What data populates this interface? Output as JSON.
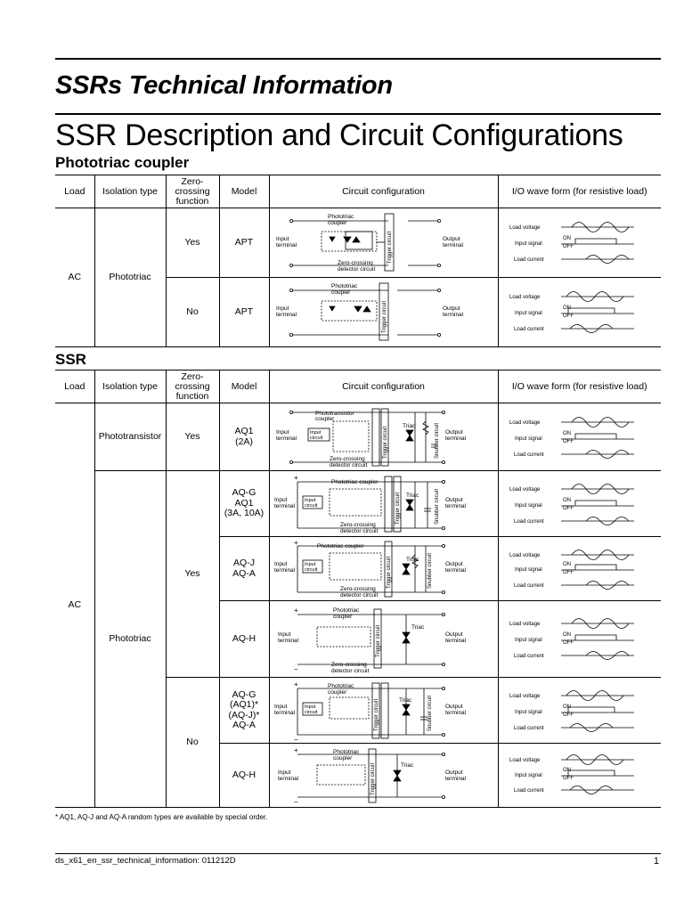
{
  "header": {
    "doc_title": "SSRs Technical Information",
    "section_title": "SSR Description and Circuit Configurations"
  },
  "columns": {
    "load": "Load",
    "isolation": "Isolation type",
    "zero1": "Zero-",
    "zero2": "crossing",
    "zero3": "function",
    "model": "Model",
    "circuit": "Circuit configuration",
    "wave": "I/O wave form (for resistive load)"
  },
  "coupler_section": {
    "title": "Phototriac coupler",
    "load": "AC",
    "isolation": "Phototriac",
    "rows": [
      {
        "zero": "Yes",
        "model": "APT"
      },
      {
        "zero": "No",
        "model": "APT"
      }
    ]
  },
  "ssr_section": {
    "title": "SSR",
    "load": "AC",
    "row1": {
      "isolation": "Phototransistor",
      "zero": "Yes",
      "model_lines": [
        "AQ1",
        "(2A)"
      ]
    },
    "phototriac": "Phototriac",
    "zero_yes": "Yes",
    "zero_no": "No",
    "models": [
      [
        "AQ-G",
        "AQ1",
        "(3A, 10A)"
      ],
      [
        "AQ-J",
        "AQ-A"
      ],
      [
        "AQ-H"
      ],
      [
        "AQ-G",
        "(AQ1)*",
        "(AQ-J)*",
        "AQ-A"
      ],
      [
        "AQ-H"
      ]
    ]
  },
  "diagram_labels": {
    "input_terminal": [
      "Input",
      "terminal"
    ],
    "output_terminal": [
      "Output",
      "terminal"
    ],
    "phototriac_coupler": [
      "Phototriac",
      "coupler"
    ],
    "phototriac_coupler_single": "Phototriac coupler",
    "phototransistor_coupler": [
      "Phototransistor",
      "coupler"
    ],
    "zero_crossing": [
      "Zero-crossing",
      "detector circuit"
    ],
    "trigger": "Trigger circuit",
    "snubber": "Snubber circuit",
    "triac": "Triac",
    "input_circuit": [
      "Input",
      "circuit"
    ],
    "plus": "+",
    "minus": "−",
    "plus_minus": "+\n−"
  },
  "wave_labels": {
    "load_voltage": "Load voltage",
    "input_signal": "Input signal",
    "load_current": "Load current",
    "on": "ON",
    "off": "OFF"
  },
  "footnote": "* AQ1, AQ-J and AQ-A random types are available by special order.",
  "footer": {
    "doc_id": "ds_x61_en_ssr_technical_information: 011212D",
    "page": "1"
  }
}
